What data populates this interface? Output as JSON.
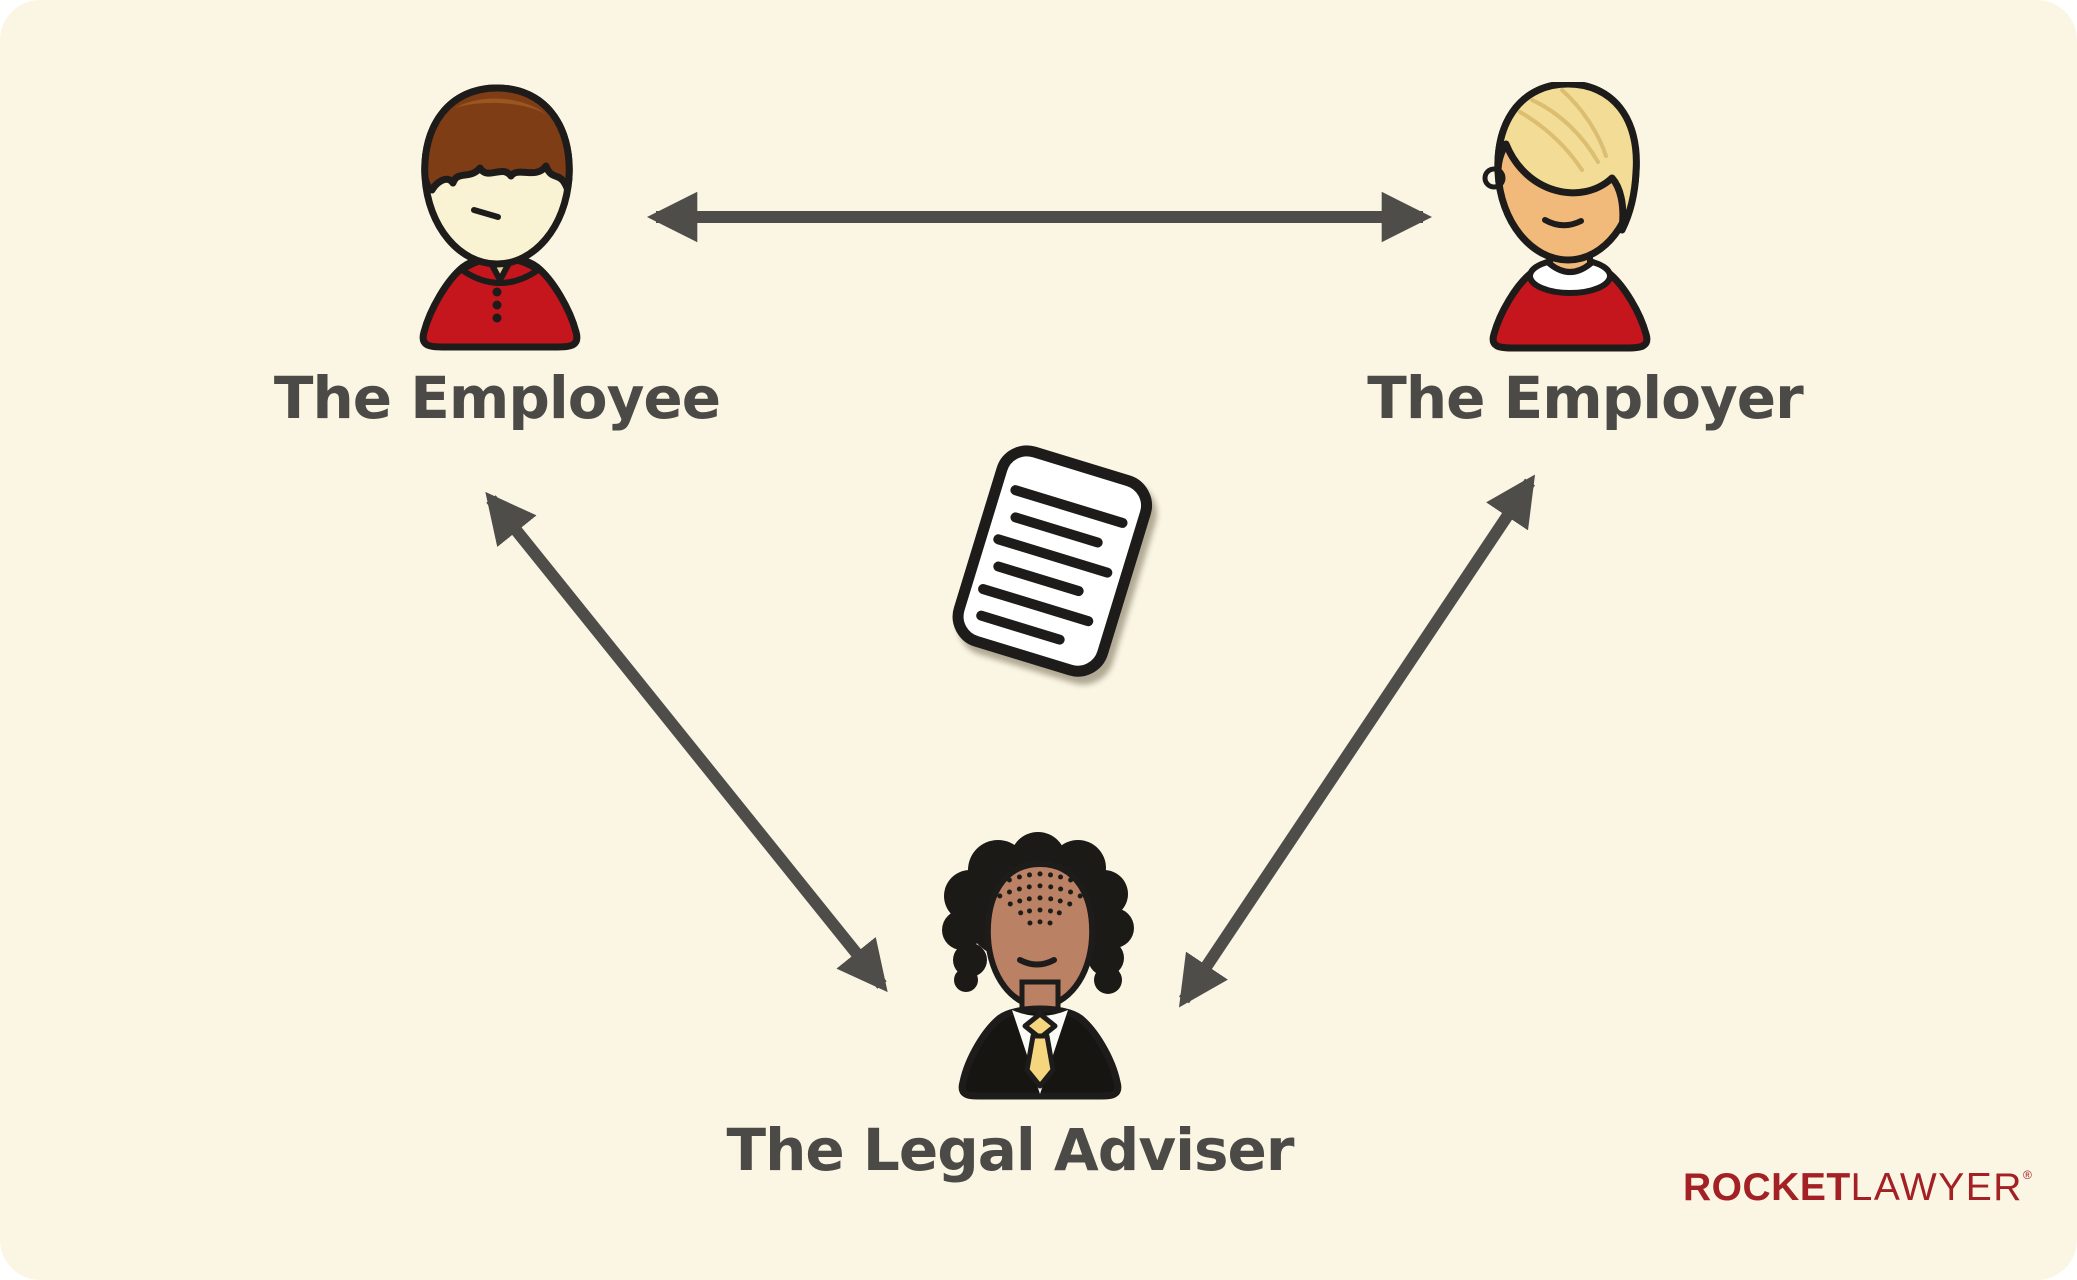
{
  "canvas": {
    "background": "#FBF6E4",
    "outside": "#FFFFFF",
    "corner_radius": 40
  },
  "text_color": "#4B4A46",
  "outline_color": "#1D1C1A",
  "arrow": {
    "color": "#4F4D49",
    "style": "double-headed"
  },
  "nodes": {
    "employee": {
      "label": "The Employee",
      "icon": "employee-avatar-icon",
      "skin_color": "#FAF3D3",
      "hair_color": "#7E3D15",
      "clothes_color": "#C4161C"
    },
    "employer": {
      "label": "The Employer",
      "icon": "employer-avatar-icon",
      "skin_color": "#F1BA7B",
      "hair_color": "#F2DC96",
      "clothes_color": "#C4161C"
    },
    "adviser": {
      "label": "The Legal Adviser",
      "icon": "legal-adviser-avatar-icon",
      "skin_color": "#BA8164",
      "hair_color": "#1B1A17",
      "clothes_color": "#161512",
      "tie_color": "#F5D67E"
    }
  },
  "document": {
    "icon": "document-icon",
    "paper_color": "#FFFFFF",
    "ink_color": "#1D1C1A",
    "rotation_deg": 17,
    "text_lines": 6
  },
  "connections": [
    {
      "from": "The Employee",
      "to": "The Employer",
      "style": "double-headed"
    },
    {
      "from": "The Employee",
      "to": "The Legal Adviser",
      "style": "double-headed"
    },
    {
      "from": "The Employer",
      "to": "The Legal Adviser",
      "style": "double-headed"
    }
  ],
  "logo": {
    "part1": "ROCKET",
    "part2": "LAWYER",
    "registered": "®",
    "color": "#A32024"
  }
}
